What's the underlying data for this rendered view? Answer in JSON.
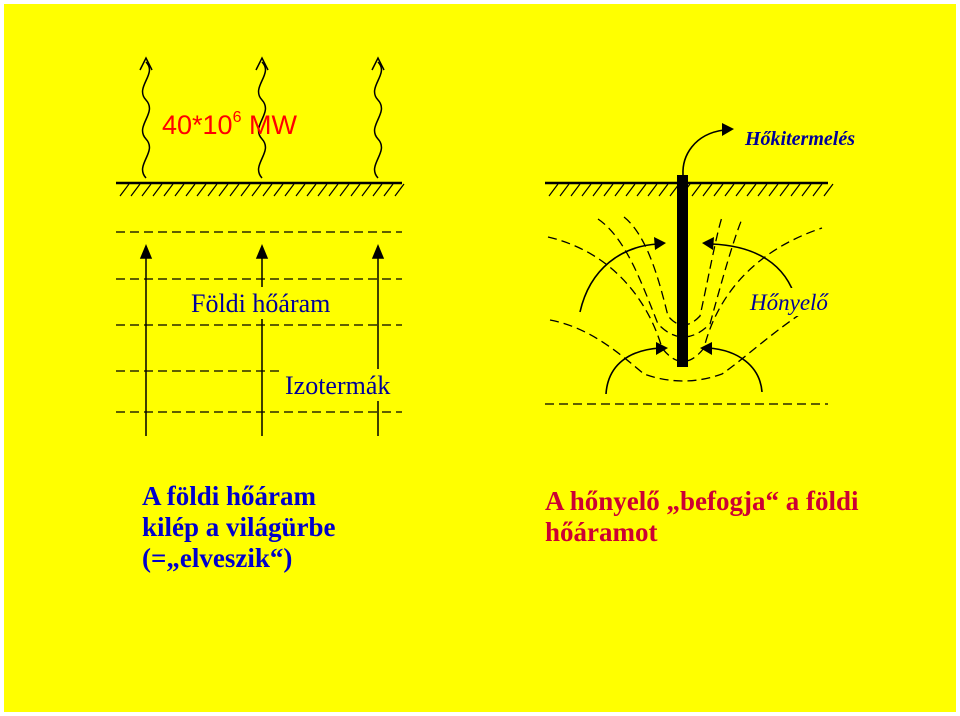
{
  "colors": {
    "background": "#FFFF00",
    "frame": "#FFFFFF",
    "ink": "#000000",
    "accent_red": "#FF0000",
    "text_blue": "#0000CC",
    "label_blue": "#000099",
    "text_red": "#CC0033"
  },
  "labels": {
    "power_base": "40*10",
    "power_exp": "6",
    "power_unit": " MW",
    "heat_flow": "Földi hőáram",
    "isotherms": "Izotermák",
    "extraction": "Hőkitermelés",
    "heat_absorber": "Hőnyelő"
  },
  "captions": {
    "left": [
      "A földi hőáram",
      "kilép a világürbe",
      "(=„elveszik“)"
    ],
    "right": [
      "A hőnyelő „befogja“ a földi",
      "hőáramot"
    ]
  }
}
